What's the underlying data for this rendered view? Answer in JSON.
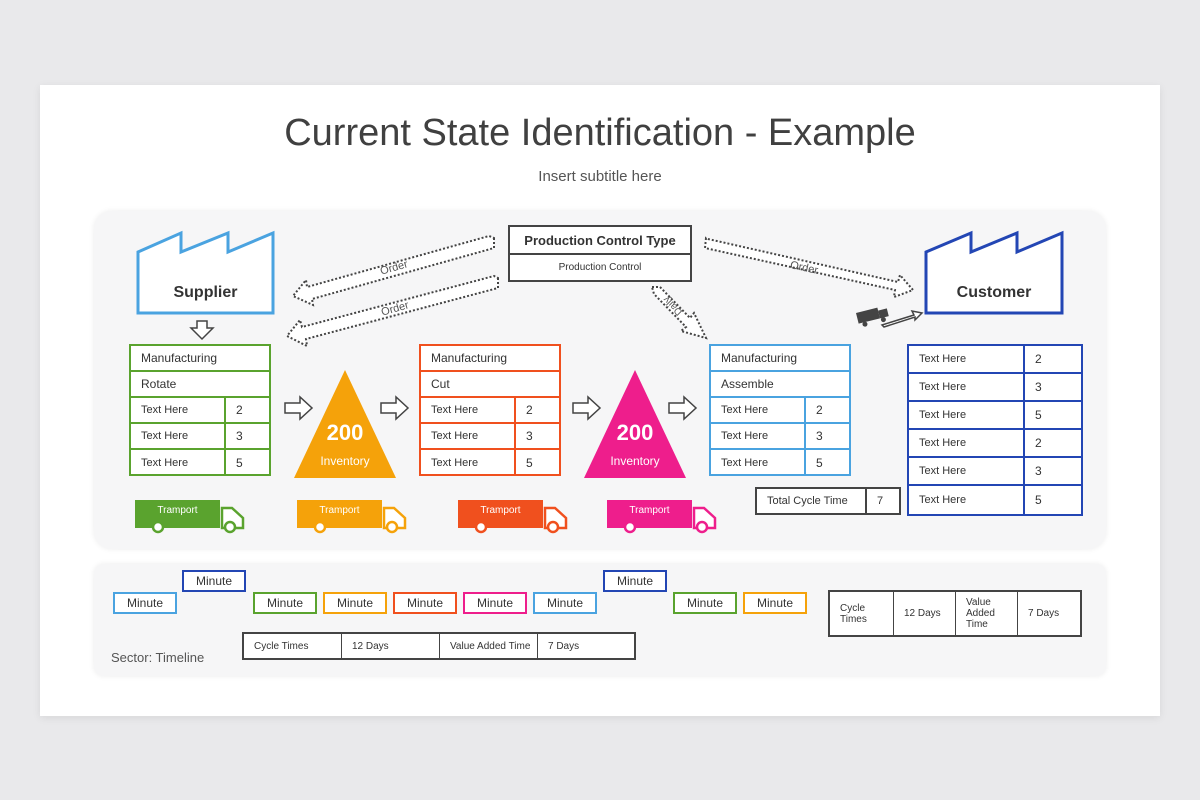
{
  "title": "Current State Identification - Example",
  "subtitle": "Insert subtitle here",
  "control": {
    "title": "Production Control Type",
    "sub": "Production Control"
  },
  "arrows": {
    "order1": "Order",
    "order2": "Order",
    "order3": "Order",
    "daily": "Daily"
  },
  "supplier": {
    "label": "Supplier"
  },
  "customer": {
    "label": "Customer"
  },
  "processes": [
    {
      "head": "Manufacturing",
      "sub": "Rotate",
      "color": "#5aa32e",
      "rows": [
        {
          "k": "Text Here",
          "v": "2"
        },
        {
          "k": "Text Here",
          "v": "3"
        },
        {
          "k": "Text Here",
          "v": "5"
        }
      ]
    },
    {
      "head": "Manufacturing",
      "sub": "Cut",
      "color": "#f0501e",
      "rows": [
        {
          "k": "Text Here",
          "v": "2"
        },
        {
          "k": "Text Here",
          "v": "3"
        },
        {
          "k": "Text Here",
          "v": "5"
        }
      ]
    },
    {
      "head": "Manufacturing",
      "sub": "Assemble",
      "color": "#4aa3e0",
      "rows": [
        {
          "k": "Text Here",
          "v": "2"
        },
        {
          "k": "Text Here",
          "v": "3"
        },
        {
          "k": "Text Here",
          "v": "5"
        }
      ]
    }
  ],
  "inventory": [
    {
      "value": "200",
      "label": "Inventory",
      "color": "#f5a20a"
    },
    {
      "value": "200",
      "label": "Inventory",
      "color": "#ee1e8c"
    }
  ],
  "trucks": [
    {
      "label": "Tramport",
      "color": "#5aa32e"
    },
    {
      "label": "Tramport",
      "color": "#f5a20a"
    },
    {
      "label": "Tramport",
      "color": "#f0501e"
    },
    {
      "label": "Tramport",
      "color": "#ee1e8c"
    }
  ],
  "total_cycle": {
    "label": "Total Cycle Time",
    "value": "7"
  },
  "customer_table": [
    {
      "k": "Text Here",
      "v": "2"
    },
    {
      "k": "Text Here",
      "v": "3"
    },
    {
      "k": "Text Here",
      "v": "5"
    },
    {
      "k": "Text Here",
      "v": "2"
    },
    {
      "k": "Text Here",
      "v": "3"
    },
    {
      "k": "Text Here",
      "v": "5"
    }
  ],
  "timeline": {
    "minute_label": "Minute",
    "sector": "Sector: Timeline",
    "minutes": [
      {
        "color": "#4aa3e0"
      },
      {
        "color": "#2346b4"
      },
      {
        "color": "#5aa32e"
      },
      {
        "color": "#f5a20a"
      },
      {
        "color": "#f0501e"
      },
      {
        "color": "#ee1e8c"
      },
      {
        "color": "#4aa3e0"
      },
      {
        "color": "#2346b4"
      },
      {
        "color": "#5aa32e"
      },
      {
        "color": "#f5a20a"
      }
    ],
    "summary": {
      "c1": "Cycle Times",
      "c2": "12 Days",
      "c3": "Value Added Time",
      "c4": "7 Days"
    },
    "summary_right": {
      "c1": "Cycle Times",
      "c2": "12 Days",
      "c3": "Value Added Time",
      "c4": "7 Days"
    }
  }
}
